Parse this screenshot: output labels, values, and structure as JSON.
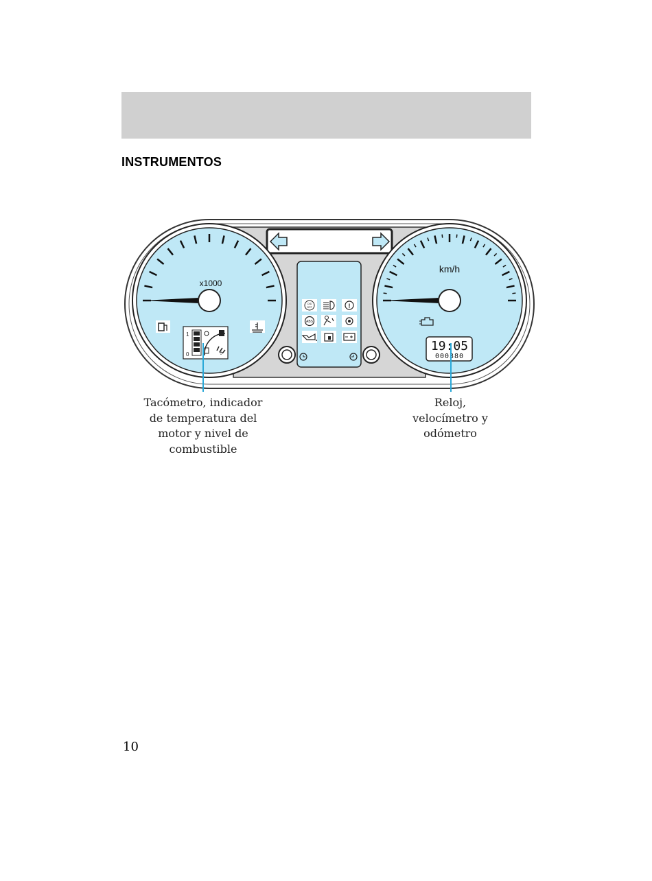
{
  "section_title": "INSTRUMENTOS",
  "colors": {
    "gauge_fill": "#bfe8f6",
    "callout_line": "#29a8d8",
    "header_bar": "#d0d0d0",
    "cluster_gray": "#d6d6d6"
  },
  "cluster": {
    "tachometer_label": "x1000",
    "speedometer_label": "km/h",
    "clock_display": "19:05",
    "odometer_display": "000380",
    "fuel_scale_full": "1",
    "fuel_scale_empty": "0",
    "warning_lights": [
      "od-off-icon",
      "high-beam-icon",
      "brake-warning-icon",
      "abs-icon",
      "airbag-icon",
      "glow-plug-icon",
      "oil-pressure-icon",
      "door-ajar-icon",
      "battery-icon"
    ]
  },
  "callouts": {
    "left": "Tacómetro, indicador\nde temperatura del\nmotor y nivel de\ncombustible",
    "right": "Reloj,\nvelocímetro y\nodómetro"
  },
  "page_number": "10"
}
